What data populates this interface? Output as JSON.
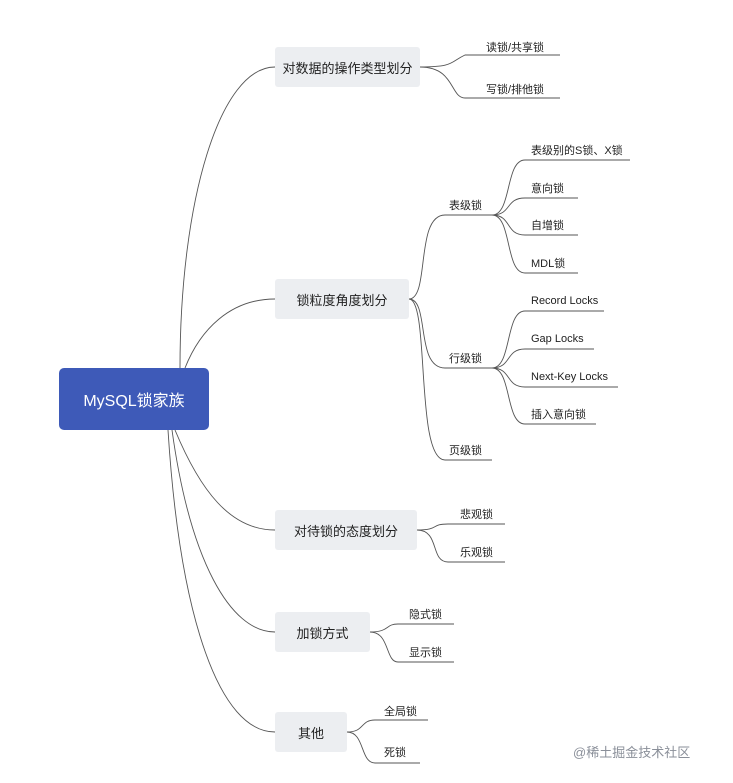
{
  "root": "MySQL锁家族",
  "branches": [
    {
      "label": "对数据的操作类型划分",
      "children": [
        "读锁/共享锁",
        "写锁/排他锁"
      ]
    },
    {
      "label": "锁粒度角度划分",
      "groups": [
        {
          "label": "表级锁",
          "children": [
            "表级别的S锁、X锁",
            "意向锁",
            "自增锁",
            "MDL锁"
          ]
        },
        {
          "label": "行级锁",
          "children": [
            "Record Locks",
            "Gap Locks",
            "Next-Key Locks",
            "插入意向锁"
          ]
        },
        {
          "label": "页级锁",
          "children": []
        }
      ]
    },
    {
      "label": "对待锁的态度划分",
      "children": [
        "悲观锁",
        "乐观锁"
      ]
    },
    {
      "label": "加锁方式",
      "children": [
        "隐式锁",
        "显示锁"
      ]
    },
    {
      "label": "其他",
      "children": [
        "全局锁",
        "死锁"
      ]
    }
  ],
  "watermark": "@稀土掘金技术社区"
}
